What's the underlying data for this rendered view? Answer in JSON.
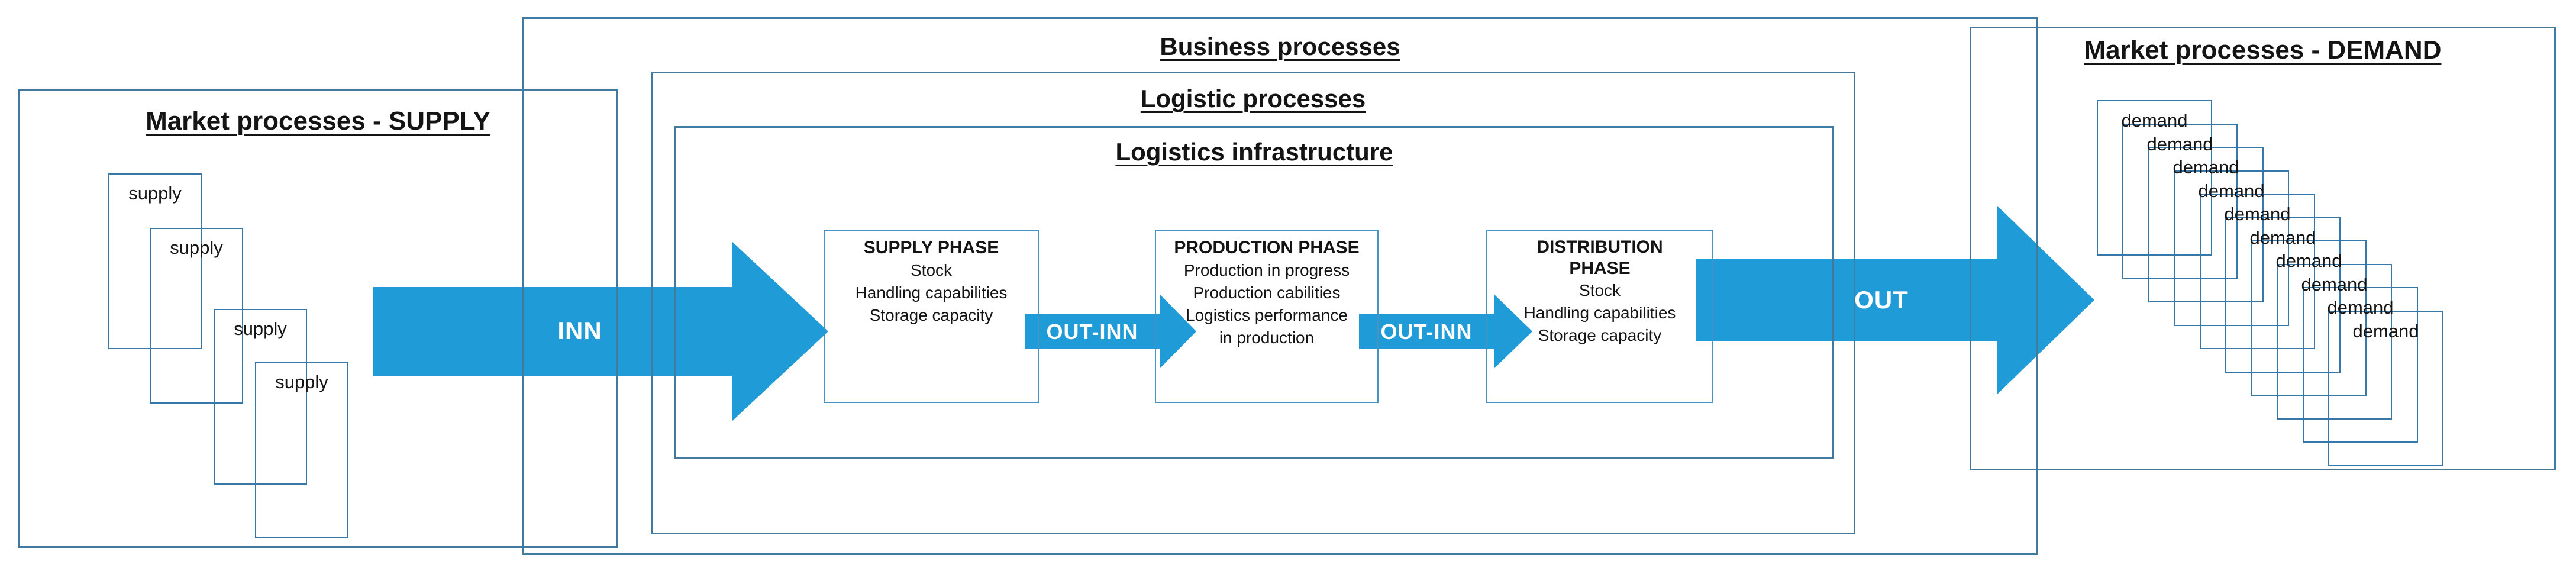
{
  "colors": {
    "arrow_fill": "#1F9BD7",
    "arrow_text": "#FFFFFF",
    "container_border": "#41799F",
    "phase_border": "#4793C3",
    "cascade_border": "#3578A9",
    "text": "#141414"
  },
  "supply_market": {
    "title": "Market processes - SUPPLY",
    "items": [
      {
        "label": "supply"
      },
      {
        "label": "supply"
      },
      {
        "label": "supply"
      },
      {
        "label": "supply"
      }
    ]
  },
  "demand_market": {
    "title": "Market processes - DEMAND",
    "items": [
      {
        "label": "demand"
      },
      {
        "label": "demand"
      },
      {
        "label": "demand"
      },
      {
        "label": "demand"
      },
      {
        "label": "demand"
      },
      {
        "label": "demand"
      },
      {
        "label": "demand"
      },
      {
        "label": "demand"
      },
      {
        "label": "demand"
      },
      {
        "label": "demand"
      }
    ]
  },
  "sections": {
    "business": {
      "title": "Business processes"
    },
    "logistic": {
      "title": "Logistic processes"
    },
    "infrastructure": {
      "title": "Logistics infrastructure"
    }
  },
  "phases": {
    "supply": {
      "title": "SUPPLY PHASE",
      "lines": [
        "Stock",
        "Handling capabilities",
        "Storage capacity"
      ]
    },
    "production": {
      "title": "PRODUCTION PHASE",
      "lines": [
        "Production in progress",
        "Production cabilities",
        "Logistics performance",
        "in production"
      ]
    },
    "distribution": {
      "title": "DISTRIBUTION PHASE",
      "lines": [
        "Stock",
        "Handling capabilities",
        "Storage capacity"
      ]
    }
  },
  "arrows": {
    "inn": {
      "label": "INN"
    },
    "out_inn_1": {
      "label": "OUT-INN"
    },
    "out_inn_2": {
      "label": "OUT-INN"
    },
    "out": {
      "label": "OUT"
    }
  }
}
